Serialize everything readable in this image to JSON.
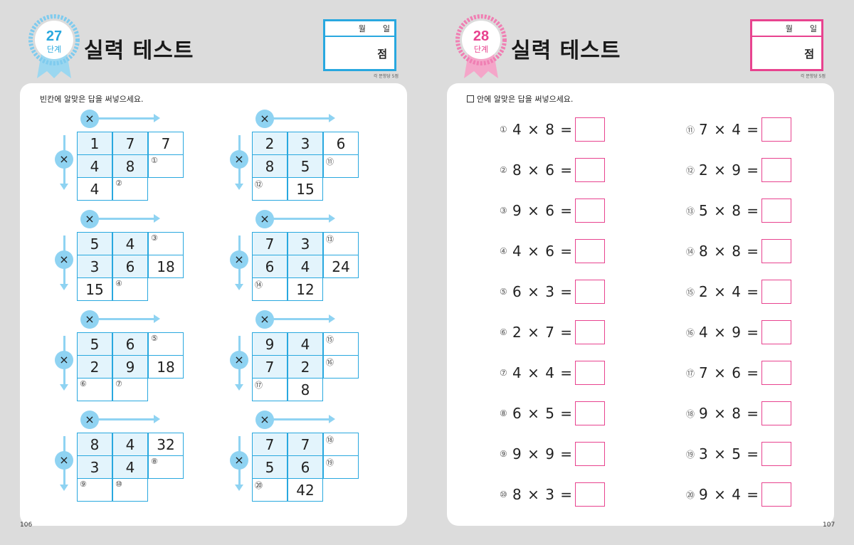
{
  "left": {
    "step": "27",
    "step_unit": "단계",
    "title": "실력 테스트",
    "month": "월",
    "day": "일",
    "score_unit": "점",
    "score_note": "각 문항당 5점",
    "instruction": "빈칸에 알맞은 답을 써넣으세요.",
    "page_number": "106",
    "multiply_symbol": "×",
    "puzzles": [
      [
        [
          "1",
          "7",
          "7"
        ],
        [
          "4",
          "8",
          "①"
        ],
        [
          "4",
          "②",
          null
        ]
      ],
      [
        [
          "2",
          "3",
          "6"
        ],
        [
          "8",
          "5",
          "⑪"
        ],
        [
          "⑫",
          "15",
          null
        ]
      ],
      [
        [
          "5",
          "4",
          "③"
        ],
        [
          "3",
          "6",
          "18"
        ],
        [
          "15",
          "④",
          null
        ]
      ],
      [
        [
          "7",
          "3",
          "⑬"
        ],
        [
          "6",
          "4",
          "24"
        ],
        [
          "⑭",
          "12",
          null
        ]
      ],
      [
        [
          "5",
          "6",
          "⑤"
        ],
        [
          "2",
          "9",
          "18"
        ],
        [
          "⑥",
          "⑦",
          null
        ]
      ],
      [
        [
          "9",
          "4",
          "⑮"
        ],
        [
          "7",
          "2",
          "⑯"
        ],
        [
          "⑰",
          "8",
          null
        ]
      ],
      [
        [
          "8",
          "4",
          "32"
        ],
        [
          "3",
          "4",
          "⑧"
        ],
        [
          "⑨",
          "⑩",
          null
        ]
      ],
      [
        [
          "7",
          "7",
          "⑱"
        ],
        [
          "5",
          "6",
          "⑲"
        ],
        [
          "⑳",
          "42",
          null
        ]
      ]
    ]
  },
  "right": {
    "step": "28",
    "step_unit": "단계",
    "title": "실력 테스트",
    "month": "월",
    "day": "일",
    "score_unit": "점",
    "score_note": "각 문항당 5점",
    "instruction": "안에 알맞은 답을 써넣으세요.",
    "page_number": "107",
    "equations": [
      {
        "n": "①",
        "e": "4 × 8 ="
      },
      {
        "n": "②",
        "e": "8 × 6 ="
      },
      {
        "n": "③",
        "e": "9 × 6 ="
      },
      {
        "n": "④",
        "e": "4 × 6 ="
      },
      {
        "n": "⑤",
        "e": "6 × 3 ="
      },
      {
        "n": "⑥",
        "e": "2 × 7 ="
      },
      {
        "n": "⑦",
        "e": "4 × 4 ="
      },
      {
        "n": "⑧",
        "e": "6 × 5 ="
      },
      {
        "n": "⑨",
        "e": "9 × 9 ="
      },
      {
        "n": "⑩",
        "e": "8 × 3 ="
      },
      {
        "n": "⑪",
        "e": "7 × 4 ="
      },
      {
        "n": "⑫",
        "e": "2 × 9 ="
      },
      {
        "n": "⑬",
        "e": "5 × 8 ="
      },
      {
        "n": "⑭",
        "e": "8 × 8 ="
      },
      {
        "n": "⑮",
        "e": "2 × 4 ="
      },
      {
        "n": "⑯",
        "e": "4 × 9 ="
      },
      {
        "n": "⑰",
        "e": "7 × 6 ="
      },
      {
        "n": "⑱",
        "e": "9 × 8 ="
      },
      {
        "n": "⑲",
        "e": "3 × 5 ="
      },
      {
        "n": "⑳",
        "e": "9 × 4 ="
      }
    ]
  },
  "colors": {
    "left_accent": "#29a8df",
    "right_accent": "#e8438f",
    "puzzle_fill": "#e3f4fc",
    "arrow": "#8fd3f2"
  }
}
